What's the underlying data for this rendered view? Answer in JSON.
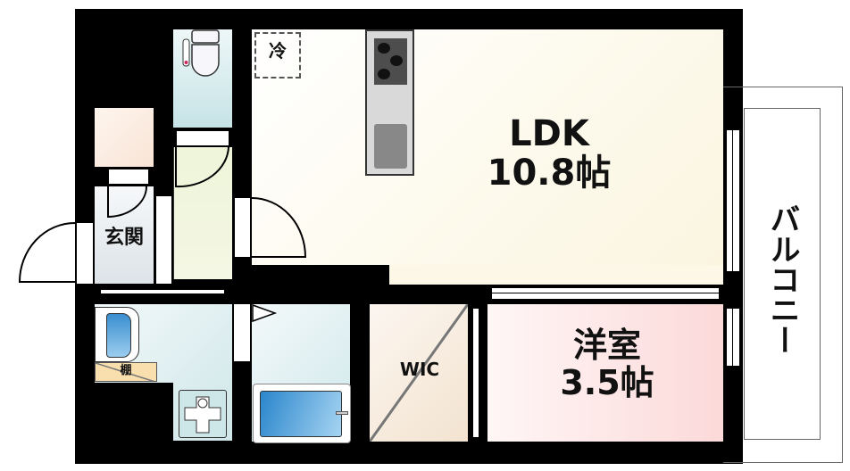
{
  "floorplan": {
    "rooms": {
      "ldk": {
        "name": "LDK",
        "size": "10.8帖"
      },
      "western_room": {
        "name": "洋室",
        "size": "3.5帖"
      },
      "wic": {
        "name": "WIC"
      },
      "entrance": {
        "name": "玄関"
      },
      "balcony": {
        "name": "バルコニー"
      },
      "shelf": {
        "name": "棚"
      },
      "fridge": {
        "name": "冷"
      }
    },
    "colors": {
      "wall": "#000000",
      "ldk": "#fdfaee",
      "western_room": "#fde0e0",
      "wic": "#f7eadc",
      "toilet": "#cfe8ea",
      "washroom": "#dff0f2",
      "bathroom": "#e6f3f6",
      "corridor": "#eef2d6",
      "shoe_box": "#fbeee3",
      "entrance": "#eaeef2",
      "shelf": "#f9deae",
      "tub": "#3c97d6"
    }
  }
}
